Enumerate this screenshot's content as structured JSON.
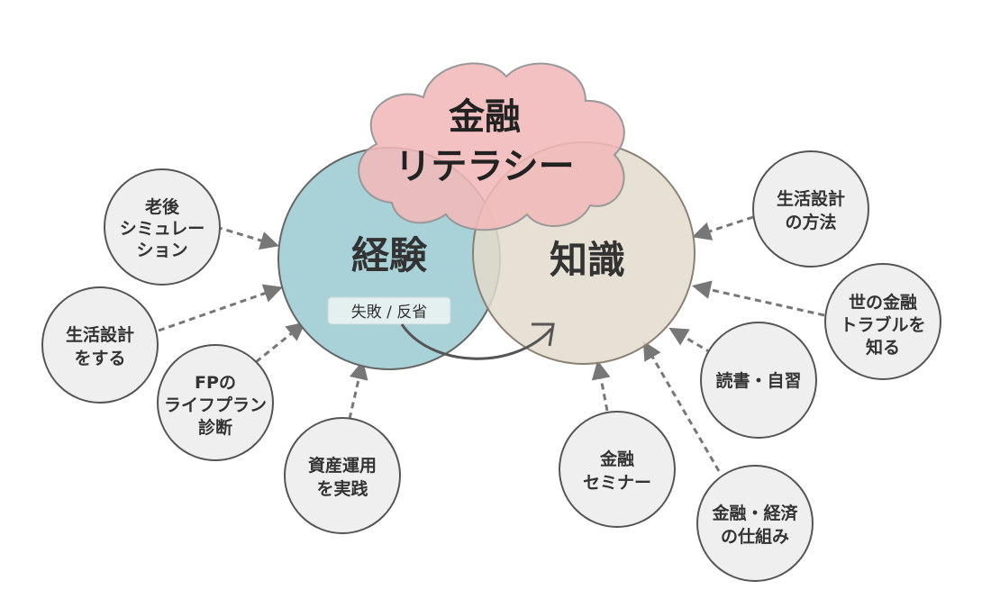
{
  "colors": {
    "experience_fill": "#a9d2d8",
    "knowledge_fill": "#e3dbcd",
    "cloud_fill": "#f1b8b8",
    "node_fill": "#efefef",
    "node_stroke": "#555555",
    "arrow": "#777777"
  },
  "center": {
    "cloud_title_line1": "金融",
    "cloud_title_line2": "リテラシー",
    "experience": "経験",
    "knowledge": "知識",
    "cycle_tag": "失敗 / 反省"
  },
  "nodes": {
    "rougo": [
      "老後",
      "シミュレー",
      "ション"
    ],
    "seikatsu_sekkei_suru": [
      "生活設計",
      "をする"
    ],
    "fp": [
      "FPの",
      "ライフプラン",
      "診断"
    ],
    "shisan_unyou": [
      "資産運用",
      "を実践"
    ],
    "seikatsu_houhou": [
      "生活設計",
      "の方法"
    ],
    "trouble": [
      "世の金融",
      "トラブルを",
      "知る"
    ],
    "dokusho": [
      "読書・自習"
    ],
    "seminar": [
      "金融",
      "セミナー"
    ],
    "shikumi": [
      "金融・経済",
      "の仕組み"
    ]
  }
}
